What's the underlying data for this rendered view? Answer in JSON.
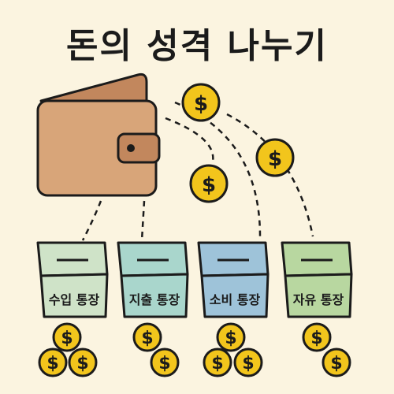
{
  "title": "돈의 성격 나누기",
  "accounts": [
    {
      "label": "수입 통장",
      "color": "#cfe3c8"
    },
    {
      "label": "지출 통장",
      "color": "#a9d6cc"
    },
    {
      "label": "소비 통장",
      "color": "#9ec3d9"
    },
    {
      "label": "자유 통장",
      "color": "#b8d7a0"
    }
  ],
  "coin_symbol": "$",
  "colors": {
    "background": "#fbf4e0",
    "wallet": "#d8a579",
    "coin": "#f2c51c",
    "outline": "#1b1b1b"
  }
}
